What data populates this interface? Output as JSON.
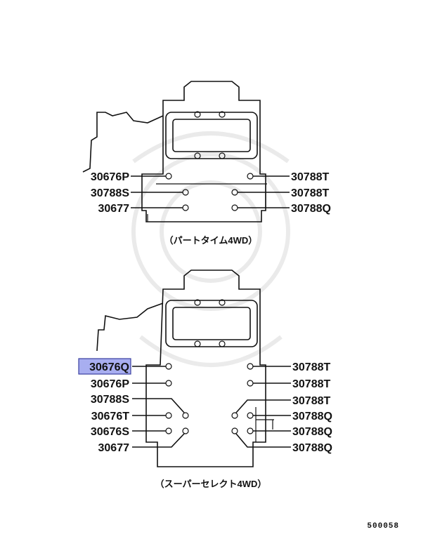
{
  "top_diagram": {
    "caption": "（パートタイム4WD）",
    "left_labels": [
      "30676P",
      "30788S",
      "30677"
    ],
    "right_labels": [
      "30788T",
      "30788T",
      "30788Q"
    ]
  },
  "bottom_diagram": {
    "caption": "（スーパーセレクト4WD）",
    "highlighted_label": "30676Q",
    "left_labels": [
      "30676Q",
      "30676P",
      "30788S",
      "30676T",
      "30676S",
      "30677"
    ],
    "right_labels": [
      "30788T",
      "30788T",
      "30788T",
      "30788Q",
      "30788Q",
      "30788Q"
    ]
  },
  "reference_number": "500058",
  "colors": {
    "highlight": "#a8aef0",
    "line": "#111111"
  }
}
